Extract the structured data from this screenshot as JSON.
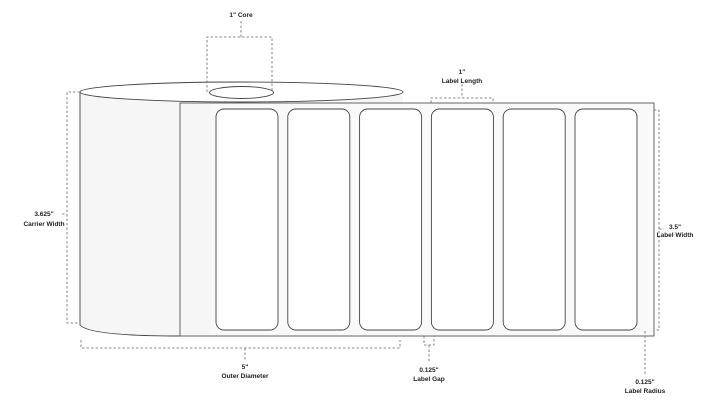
{
  "diagram": {
    "core": {
      "value": "1\" Core"
    },
    "carrier_width": {
      "value": "3.625\"",
      "label": "Carrier Width"
    },
    "label_length": {
      "value": "1\"",
      "label": "Label Length"
    },
    "label_width": {
      "value": "3.5\"",
      "label": "Label Width"
    },
    "outer_diameter": {
      "value": "5\"",
      "label": "Outer Diameter"
    },
    "label_gap": {
      "value": "0.125\"",
      "label": "Label Gap"
    },
    "label_radius": {
      "value": "0.125\"",
      "label": "Label Radius"
    },
    "label_count": 6
  }
}
